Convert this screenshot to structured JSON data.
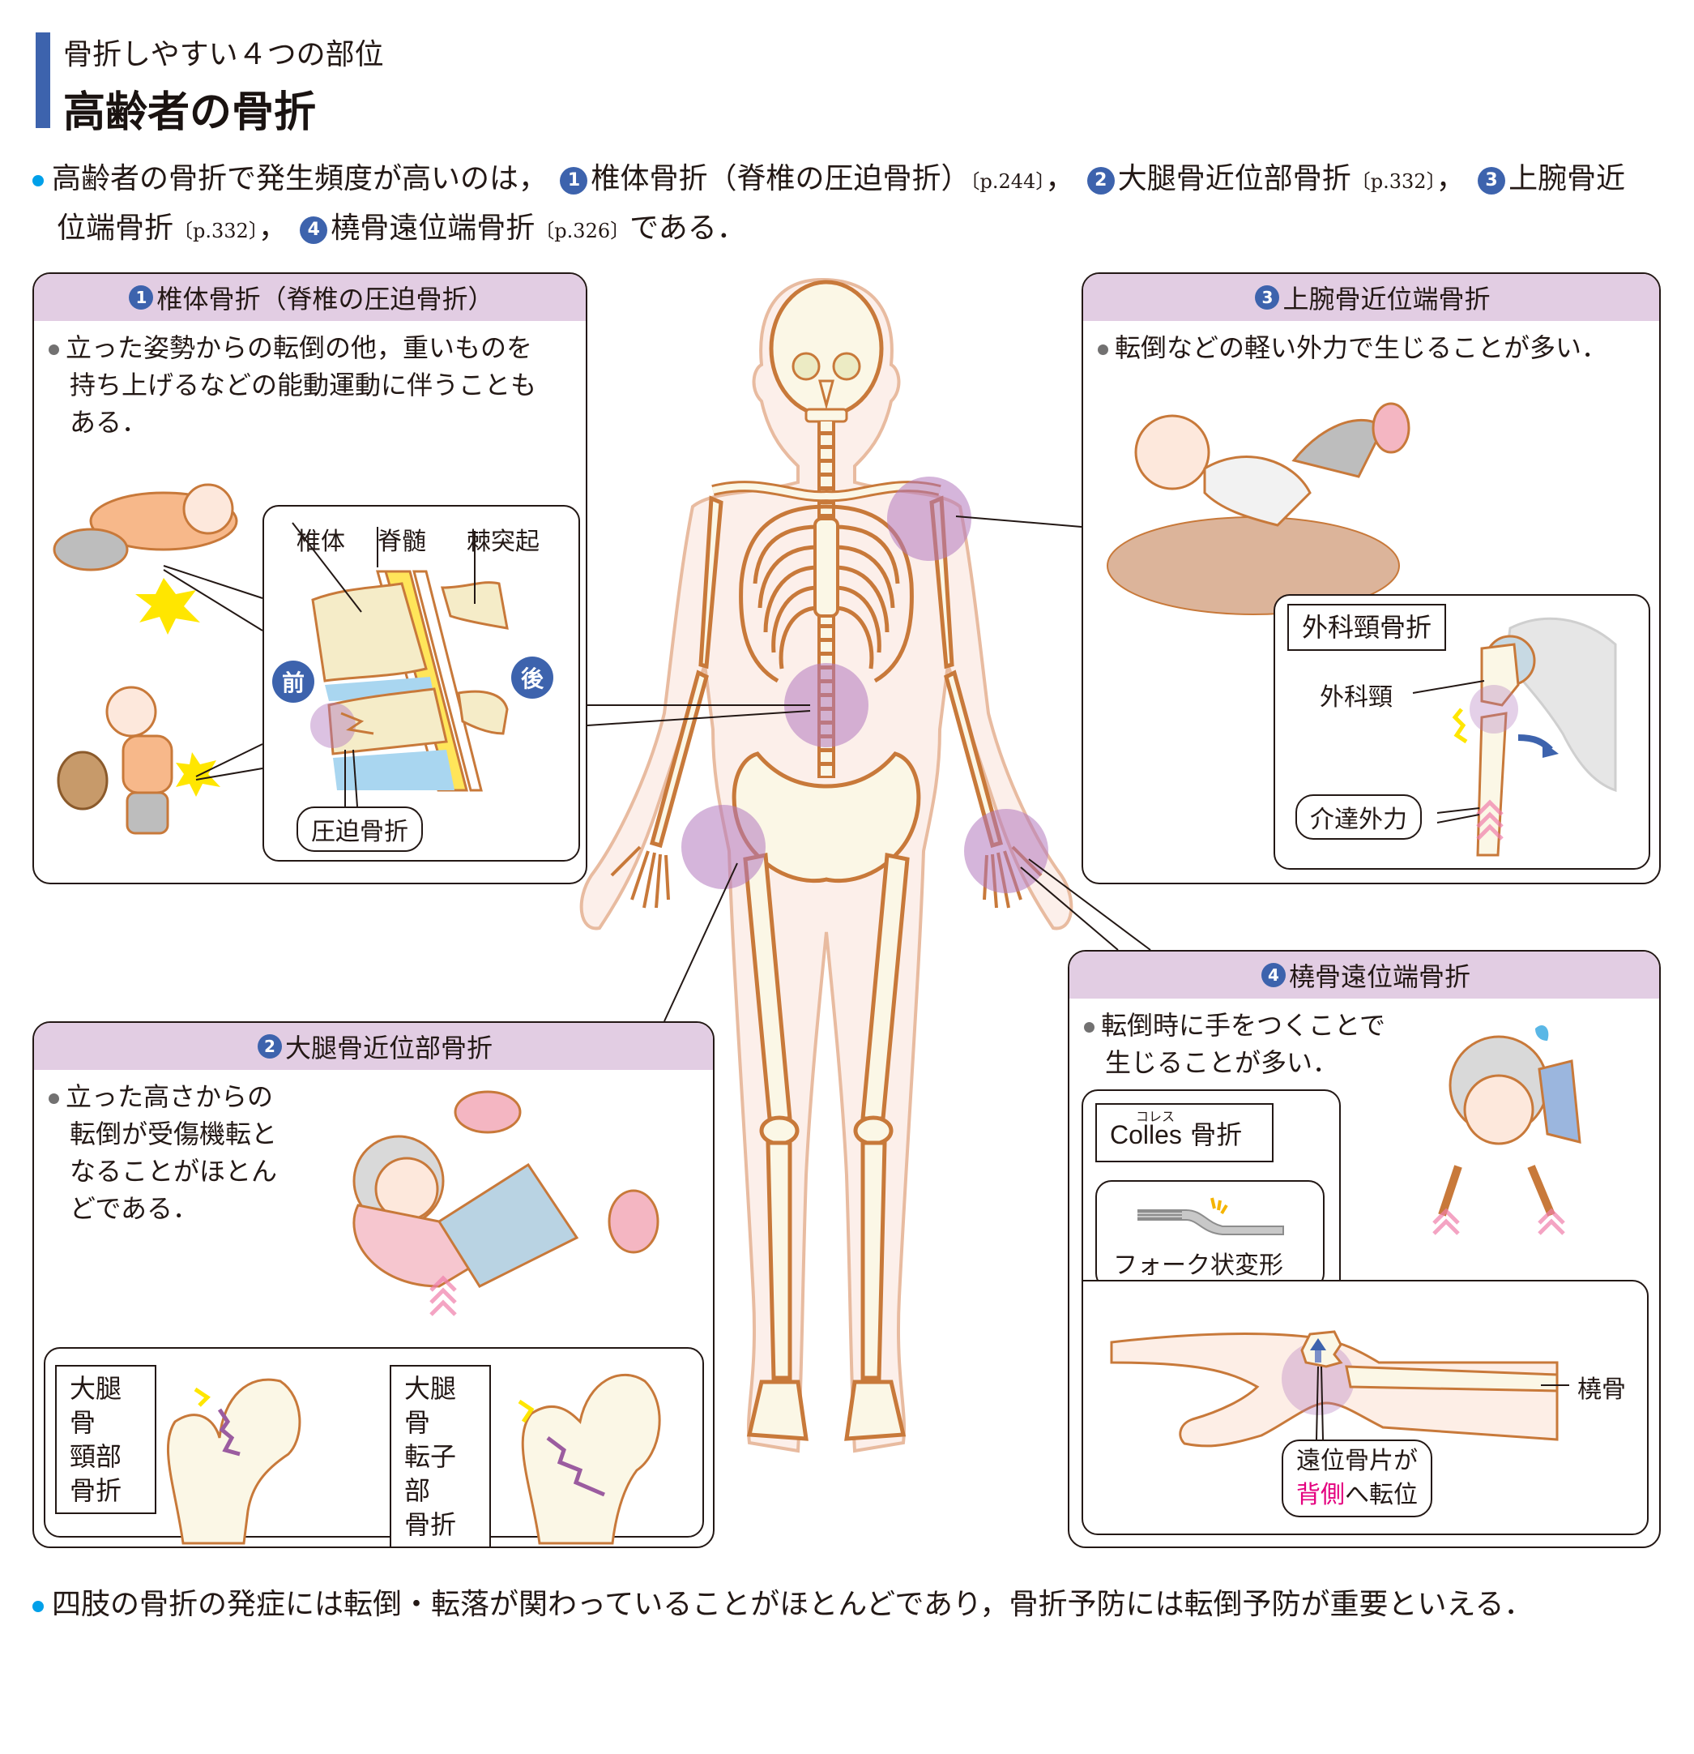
{
  "header": {
    "subtitle": "骨折しやすい４つの部位",
    "title": "高齢者の骨折",
    "accent_color": "#3d63ad"
  },
  "intro": {
    "text_a": "高齢者の骨折で発生頻度が高いのは，",
    "items": [
      {
        "num": "1",
        "label": "椎体骨折（脊椎の圧迫骨折）",
        "ref": "〔p.244〕"
      },
      {
        "num": "2",
        "label": "大腿骨近位部骨折",
        "ref": "〔p.332〕"
      },
      {
        "num": "3",
        "label": "上腕骨近位端骨折",
        "ref": "〔p.332〕"
      },
      {
        "num": "4",
        "label": "橈骨遠位端骨折",
        "ref": "〔p.326〕"
      }
    ],
    "sep": "，",
    "line2_start": "位端骨折",
    "line1_end": "上腕骨近",
    "text_end": "である．"
  },
  "panels": {
    "p1": {
      "num": "1",
      "title": "椎体骨折（脊椎の圧迫骨折）",
      "text_lines": [
        "立った姿勢からの転倒の他，重いものを",
        "持ち上げるなどの能動運動に伴うことも",
        "ある．"
      ],
      "labels": {
        "vertebral_body": "椎体",
        "spinal_cord": "脊髄",
        "spinous_process": "棘突起",
        "front": "前",
        "back": "後",
        "compression_fracture": "圧迫骨折"
      }
    },
    "p2": {
      "num": "2",
      "title": "大腿骨近位部骨折",
      "text_lines": [
        "立った高さからの",
        "転倒が受傷機転と",
        "なることがほとん",
        "どである．"
      ],
      "labels": {
        "neck_fracture": [
          "大腿骨",
          "頸部",
          "骨折"
        ],
        "trochanteric_fracture": [
          "大腿骨",
          "転子部",
          "骨折"
        ]
      }
    },
    "p3": {
      "num": "3",
      "title": "上腕骨近位端骨折",
      "text_lines": [
        "転倒などの軽い外力で生じることが多い．"
      ],
      "labels": {
        "surgical_neck_fracture": "外科頸骨折",
        "surgical_neck": "外科頸",
        "indirect_force": "介達外力"
      }
    },
    "p4": {
      "num": "4",
      "title": "橈骨遠位端骨折",
      "text_lines": [
        "転倒時に手をつくことで",
        "生じることが多い．"
      ],
      "labels": {
        "colles_ruby": "コレス",
        "colles": "Colles",
        "colles_suffix": "骨折",
        "fork_deformity": "フォーク状変形",
        "radius": "橈骨",
        "displacement_line1": "遠位骨片が",
        "displacement_pink": "背側",
        "displacement_rest": "へ転位"
      }
    }
  },
  "closing": {
    "text": "四肢の骨折の発症には転倒・転落が関わっていることがほとんどであり，骨折予防には転倒予防が重要といえる．"
  },
  "colors": {
    "panel_header": "#e2cde3",
    "bone_fill": "#fbf7e6",
    "bone_stroke": "#c8793a",
    "highlight": "#b278be",
    "body_outline": "#fbeee8",
    "pink_text": "#e4007f",
    "bullet_blue": "#00a0e9"
  }
}
